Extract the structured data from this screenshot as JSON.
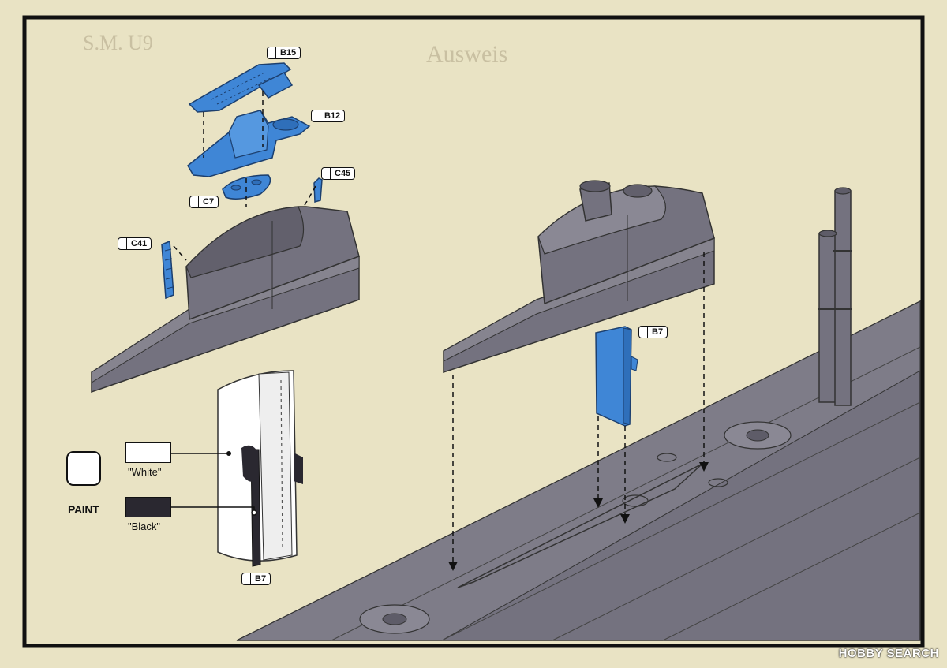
{
  "background_text": [
    "S.M. U9",
    "Ausweis"
  ],
  "parts": {
    "b15": "B15",
    "b12": "B12",
    "c7": "C7",
    "c45": "C45",
    "c41": "C41",
    "b7_upper": "B7",
    "b7_lower": "B7"
  },
  "paint": {
    "label": "PAINT",
    "white": {
      "name": "\"White\"",
      "color": "#ffffff"
    },
    "black": {
      "name": "\"Black\"",
      "color": "#2a2830"
    }
  },
  "colors": {
    "new_part": "#3f86d6",
    "hull": "#74727f",
    "background": "#e9e3c4",
    "frame": "#111111"
  },
  "watermark": "HOBBY SEARCH"
}
